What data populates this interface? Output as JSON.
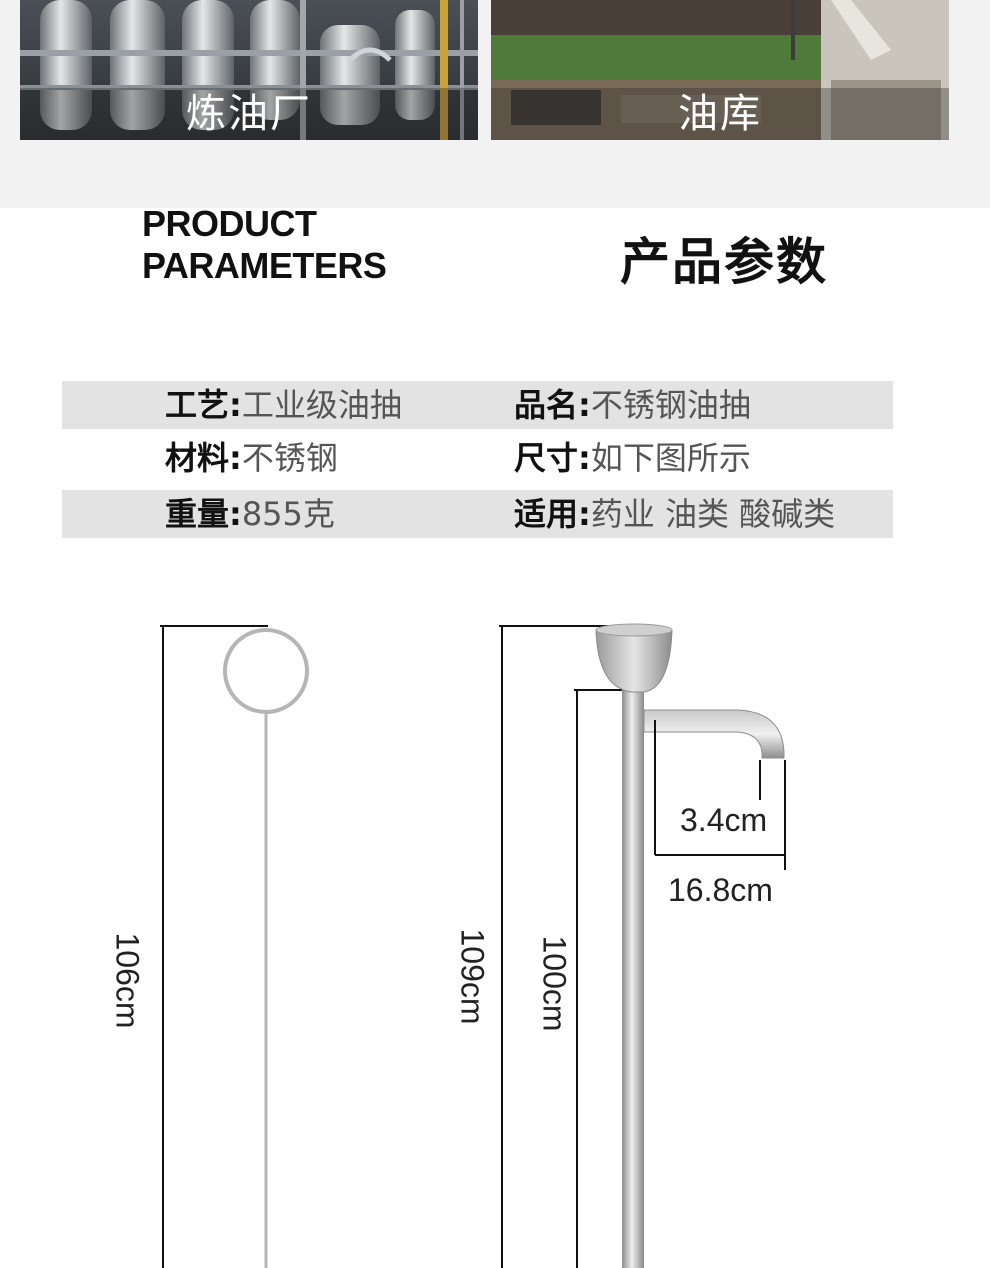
{
  "banner": {
    "refinery_caption": "炼油厂",
    "depot_caption": "油库"
  },
  "section": {
    "en_line1": "PRODUCT",
    "en_line2": "PARAMETERS",
    "cn_title": "产品参数"
  },
  "params": [
    {
      "left": {
        "key": "工艺",
        "value": "工业级油抽"
      },
      "right": {
        "key": "品名",
        "value": "不锈钢油抽"
      }
    },
    {
      "left": {
        "key": "材料",
        "value": "不锈钢"
      },
      "right": {
        "key": "尺寸",
        "value": "如下图所示"
      }
    },
    {
      "left": {
        "key": "重量",
        "value": "855克"
      },
      "right": {
        "key": "适用",
        "value": "药业 油类 酸碱类"
      }
    }
  ],
  "separator": ":",
  "dimensions": {
    "rod_length": "106cm",
    "pump_total_length": "109cm",
    "pump_tube_length": "100cm",
    "spout_drop": "3.4cm",
    "spout_reach": "16.8cm"
  },
  "colors": {
    "steel": "#b8b8b8",
    "shade_row": "#e3e3e3",
    "dim_line": "#111111"
  }
}
